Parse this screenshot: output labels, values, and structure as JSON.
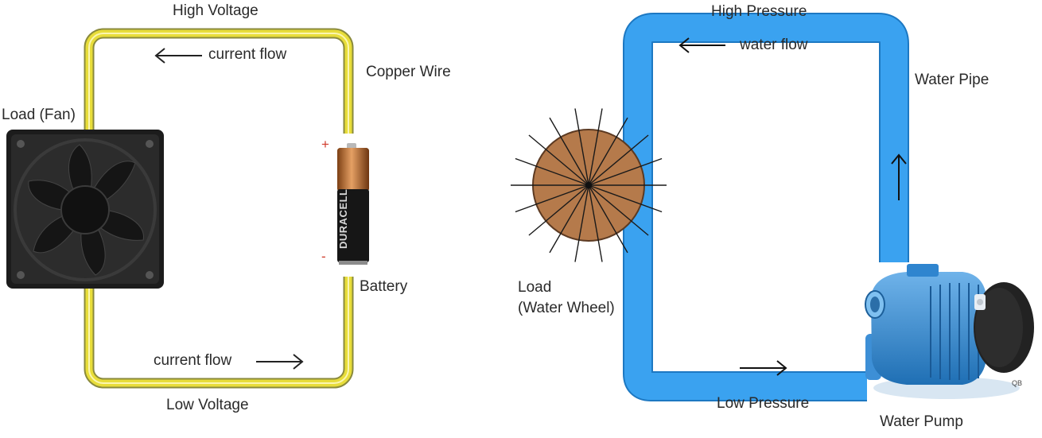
{
  "electric": {
    "top_label": "High Voltage",
    "bottom_label": "Low Voltage",
    "wire_label": "Copper Wire",
    "load_label": "Load (Fan)",
    "battery_label": "Battery",
    "flow_top": "current flow",
    "flow_bottom": "current flow",
    "battery_brand": "DURACELL",
    "plus_sign": "+",
    "minus_sign": "-",
    "wire_color": "#e8dd3a"
  },
  "water": {
    "top_label": "High Pressure",
    "bottom_label": "Low Pressure",
    "pipe_label": "Water Pipe",
    "load_label_line1": "Load",
    "load_label_line2": "(Water Wheel)",
    "pump_label": "Water Pump",
    "flow_top": "water flow",
    "pump_code": "QB",
    "pipe_color": "#3aa2f0",
    "wheel_color": "#b57a4b"
  }
}
